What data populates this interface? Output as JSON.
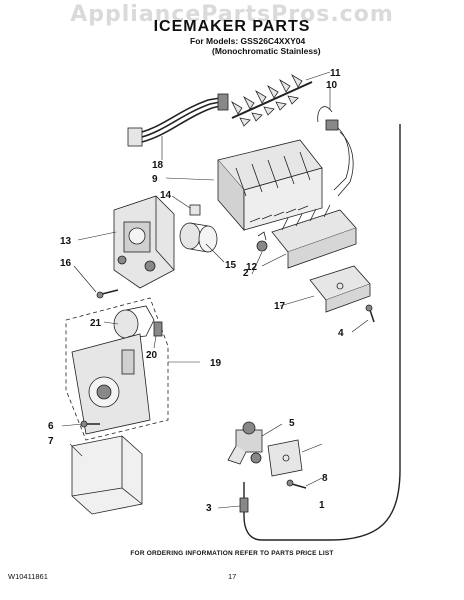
{
  "watermark": "AppliancePartsPros.com",
  "header": {
    "title": "ICEMAKER PARTS",
    "models_line": "For Models: GSS26C4XXY04",
    "models_sub": "(Monochromatic Stainless)"
  },
  "callouts": [
    "1",
    "2",
    "3",
    "4",
    "5",
    "6",
    "7",
    "8",
    "9",
    "10",
    "11",
    "12",
    "13",
    "14",
    "15",
    "16",
    "17",
    "18",
    "19",
    "20",
    "21"
  ],
  "footer": {
    "ordering_note": "FOR ORDERING INFORMATION REFER TO PARTS PRICE LIST",
    "doc_number": "W10411861",
    "page_number": "17"
  },
  "colors": {
    "line": "#222222",
    "part_fill": "#e6e6e6",
    "dark_fill": "#888888",
    "bg": "#ffffff"
  }
}
